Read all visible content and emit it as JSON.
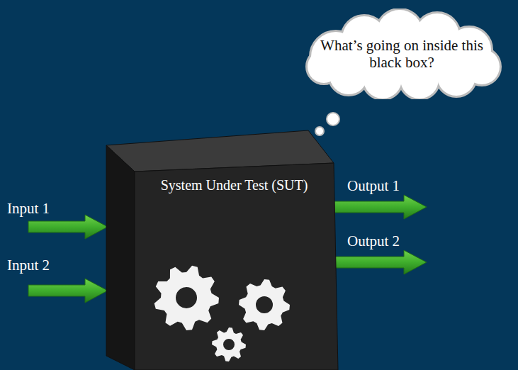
{
  "diagram": {
    "nodes": [
      {
        "text": [
          "What’s going on inside this black box?"
        ]
      },
      {
        "text": [
          "System Under Test (SUT)"
        ]
      }
    ],
    "labels": [
      "Input 1",
      "Input 2",
      "Output 1",
      "Output 2"
    ]
  }
}
